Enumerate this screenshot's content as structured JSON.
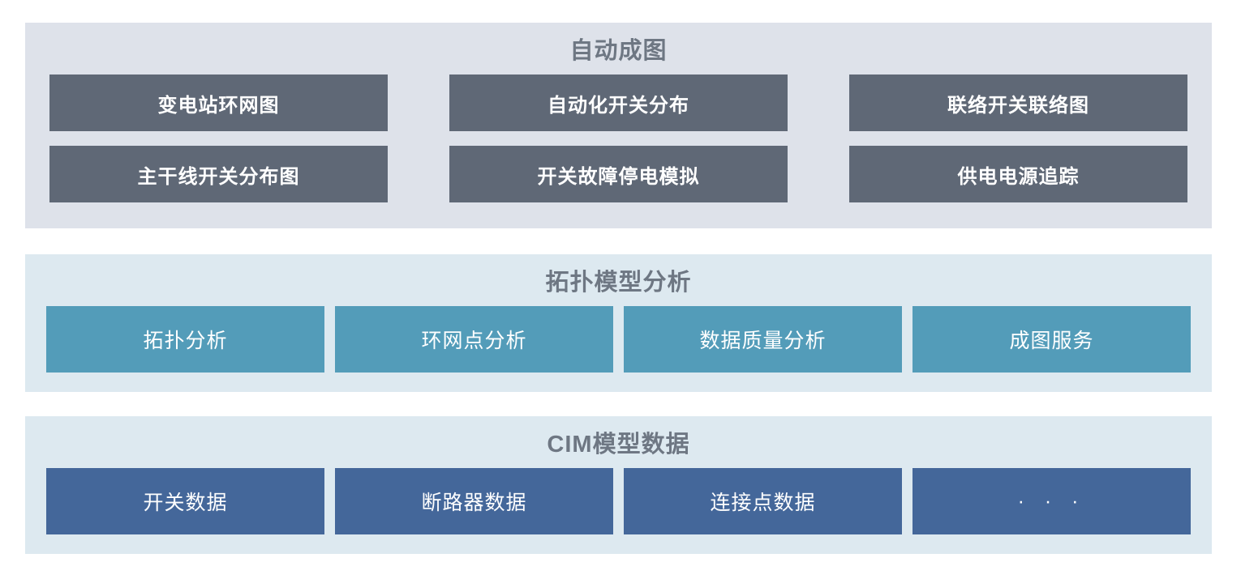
{
  "sections": [
    {
      "id": "auto-mapping",
      "title": "自动成图",
      "panel_color": "#dee2ea",
      "tile_color": "#5f6876",
      "tiles": [
        {
          "label": "变电站环网图"
        },
        {
          "label": "自动化开关分布"
        },
        {
          "label": "联络开关联络图"
        },
        {
          "label": "主干线开关分布图"
        },
        {
          "label": "开关故障停电模拟"
        },
        {
          "label": "供电电源追踪"
        }
      ]
    },
    {
      "id": "topology-model-analysis",
      "title": "拓扑模型分析",
      "panel_color": "#dde9f0",
      "tile_color": "#539cb9",
      "tiles": [
        {
          "label": "拓扑分析"
        },
        {
          "label": "环网点分析"
        },
        {
          "label": "数据质量分析"
        },
        {
          "label": "成图服务"
        }
      ]
    },
    {
      "id": "cim-model-data",
      "title": "CIM模型数据",
      "panel_color": "#dde9f0",
      "tile_color": "#44679a",
      "tiles": [
        {
          "label": "开关数据"
        },
        {
          "label": "断路器数据"
        },
        {
          "label": "连接点数据"
        },
        {
          "label": "· · ·"
        }
      ]
    }
  ],
  "colors": {
    "page_background": "#ffffff",
    "heading_text": "#6e7783",
    "tile_text": "#ffffff"
  }
}
